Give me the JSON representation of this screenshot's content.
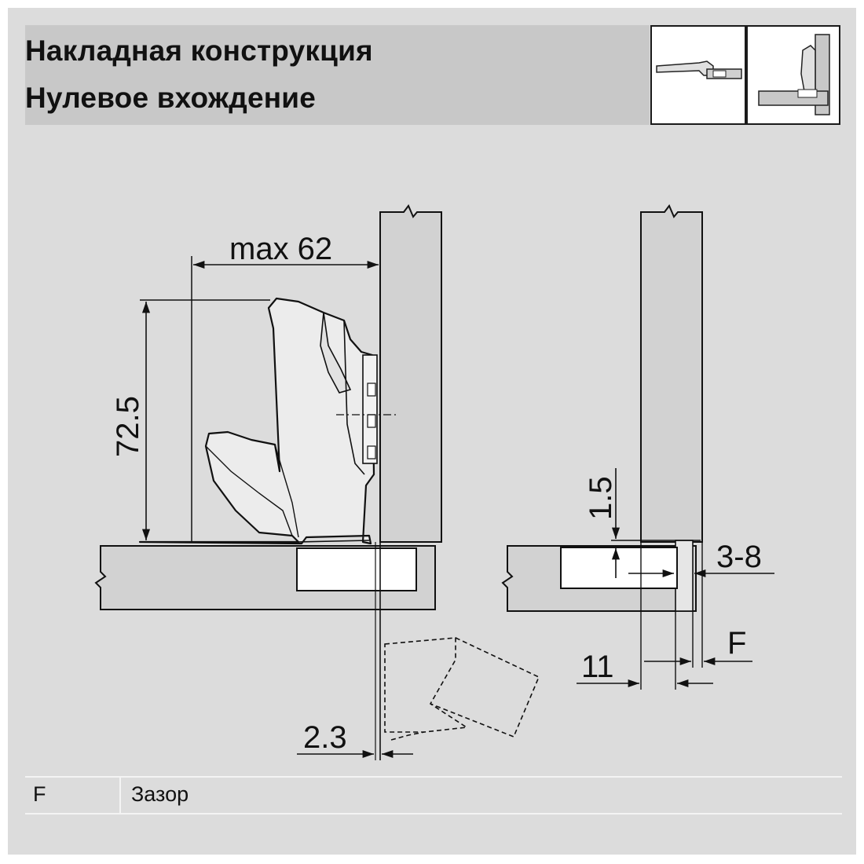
{
  "header": {
    "title_line1": "Накладная конструкция",
    "title_line2": "Нулевое вхождение"
  },
  "dimensions": {
    "max_depth": "max 62",
    "height": "72.5",
    "gap_left": "2.3",
    "offset_vertical": "1.5",
    "range": "3-8",
    "gap_F": "F",
    "thickness": "11"
  },
  "legend": {
    "key": "F",
    "description": "Зазор"
  },
  "colors": {
    "background": "#dcdcdc",
    "header_band": "#c8c8c8",
    "panel_fill": "#d2d2d2",
    "line": "#111111",
    "cup_fill": "#ffffff"
  }
}
